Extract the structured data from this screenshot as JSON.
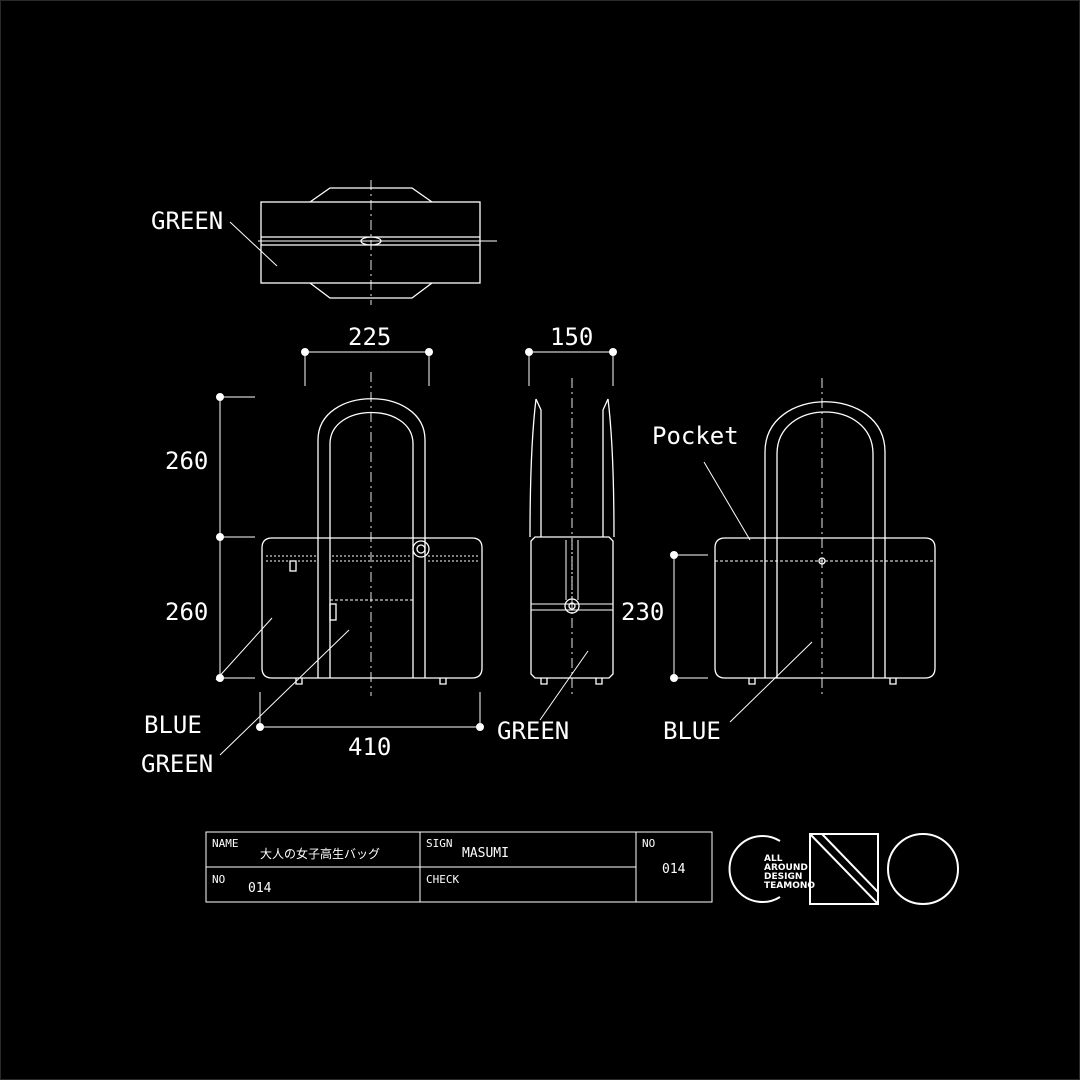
{
  "labels": {
    "top_green": "GREEN",
    "front_blue": "BLUE",
    "front_green": "GREEN",
    "side_green": "GREEN",
    "back_blue": "BLUE",
    "back_pocket": "Pocket"
  },
  "dimensions": {
    "handle_width": "225",
    "side_width": "150",
    "handle_height": "260",
    "body_height": "260",
    "total_width": "410",
    "back_height": "230"
  },
  "title_block": {
    "name_label": "NAME",
    "name_value": "大人の女子高生バッグ",
    "sign_label": "SIGN",
    "sign_value": "MASUMI",
    "no_label": "NO",
    "no_value": "014",
    "check_label": "CHECK",
    "no_right_label": "NO",
    "no_right_value": "014"
  },
  "logo": {
    "lines": [
      "ALL",
      "AROUND",
      "DESIGN",
      "TEAMONO"
    ]
  },
  "colors": {
    "background": "#000000",
    "line": "#ffffff",
    "frame": "#333333"
  }
}
